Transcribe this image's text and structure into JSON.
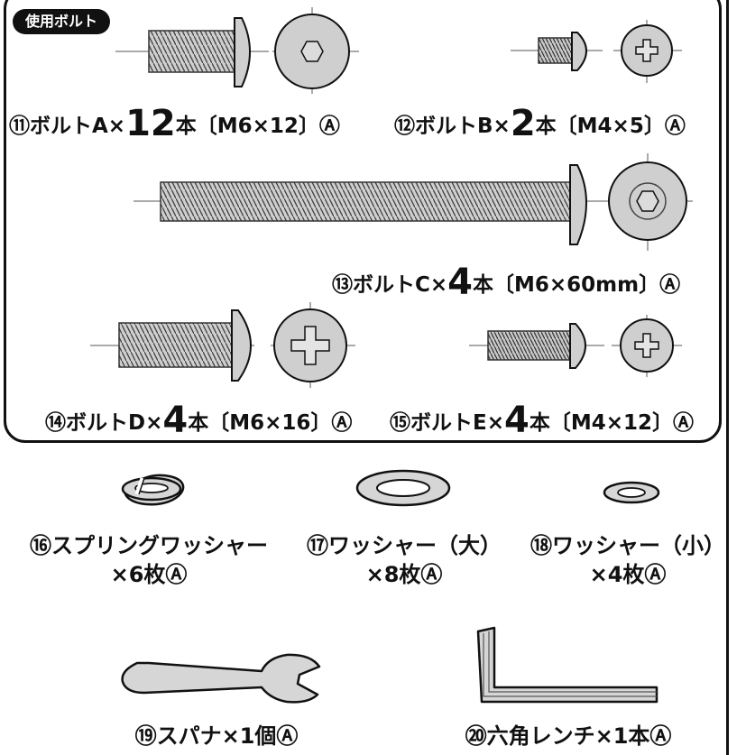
{
  "section_badge": "使用ボルト",
  "bolts": [
    {
      "num": "⑪",
      "pre": "ボルトA×",
      "qty": "12",
      "post": "本〔M6×12〕Ⓐ"
    },
    {
      "num": "⑫",
      "pre": "ボルトB×",
      "qty": "2",
      "post": "本〔M4×5〕Ⓐ"
    },
    {
      "num": "⑬",
      "pre": "ボルトC×",
      "qty": "4",
      "post": "本〔M6×60mm〕Ⓐ"
    },
    {
      "num": "⑭",
      "pre": "ボルトD×",
      "qty": "4",
      "post": "本〔M6×16〕Ⓐ"
    },
    {
      "num": "⑮",
      "pre": "ボルトE×",
      "qty": "4",
      "post": "本〔M4×12〕Ⓐ"
    }
  ],
  "parts": [
    {
      "line1": "⑯スプリングワッシャー",
      "line2": "×6枚Ⓐ"
    },
    {
      "line1": "⑰ワッシャー（大）",
      "line2": "×8枚Ⓐ"
    },
    {
      "line1": "⑱ワッシャー（小）",
      "line2": "×4枚Ⓐ"
    },
    {
      "line1": "⑲スパナ×1個Ⓐ"
    },
    {
      "line1": "⑳六角レンチ×1本Ⓐ"
    }
  ]
}
